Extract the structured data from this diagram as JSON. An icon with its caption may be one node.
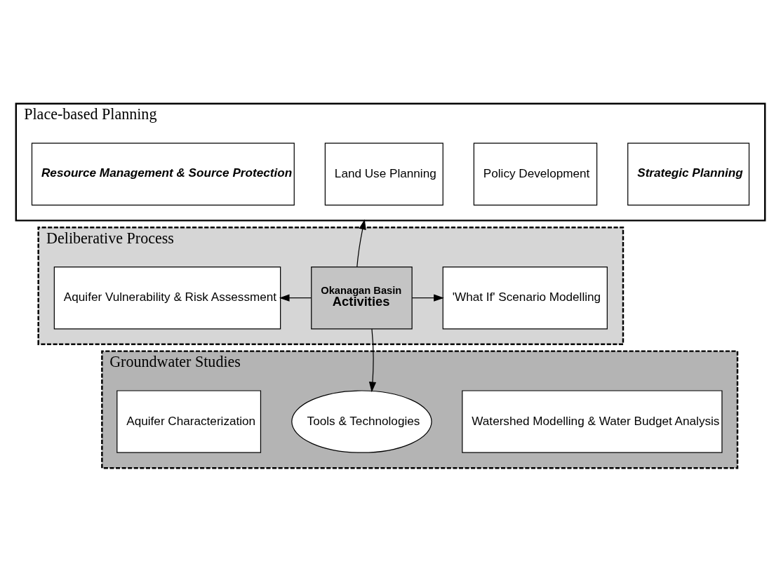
{
  "diagram": {
    "nodes": [
      {
        "text": [
          "Place-based Planning"
        ]
      },
      {
        "text": [
          "Resource Management & Source Protection"
        ],
        "in": 0
      },
      {
        "text": [
          "Land Use Planning"
        ],
        "in": 0
      },
      {
        "text": [
          "Policy Development"
        ],
        "in": 0
      },
      {
        "text": [
          "Strategic Planning"
        ],
        "in": 0
      },
      {
        "text": [
          "Deliberative Process"
        ]
      },
      {
        "text": [
          "Aquifer Vulnerability & Risk Assessment"
        ],
        "in": 5
      },
      {
        "text": [
          "Okanagan Basin",
          "Activities"
        ],
        "in": 5
      },
      {
        "text": [
          "'What If' Scenario Modelling"
        ],
        "in": 5
      },
      {
        "text": [
          "Groundwater Studies"
        ]
      },
      {
        "text": [
          "Aquifer Characterization"
        ],
        "in": 9
      },
      {
        "text": [
          "Tools & Technologies"
        ],
        "in": 9
      },
      {
        "text": [
          "Watershed Modelling & Water Budget Analysis"
        ],
        "in": 9
      }
    ],
    "edges": [
      {
        "from": 7,
        "to": 0,
        "arrow": "to"
      },
      {
        "from": 7,
        "to": 6,
        "arrow": "to"
      },
      {
        "from": 7,
        "to": 8,
        "arrow": "to"
      },
      {
        "from": 7,
        "to": 11,
        "arrow": "to"
      }
    ]
  }
}
